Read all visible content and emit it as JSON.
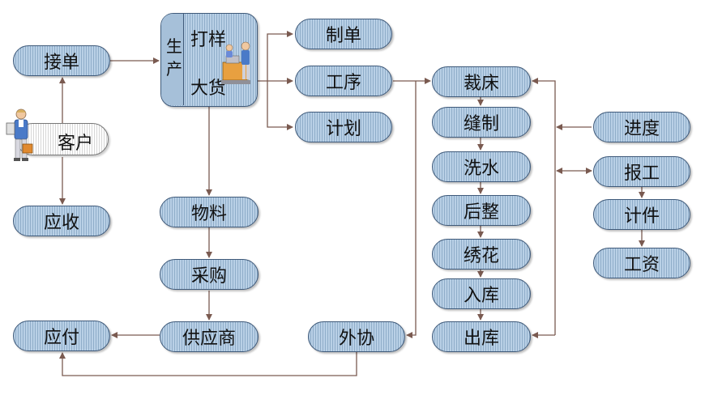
{
  "nodes": {
    "receive_order": "接单",
    "customer": "客户",
    "receivable": "应收",
    "production_tab": "生产",
    "production_line1": "打样",
    "production_line2": "大货",
    "make_order": "制单",
    "process": "工序",
    "plan": "计划",
    "materials": "物料",
    "purchase": "采购",
    "supplier": "供应商",
    "payable": "应付",
    "outsource": "外协",
    "cutting": "裁床",
    "sewing": "缝制",
    "washing": "洗水",
    "finishing": "后整",
    "embroidery": "绣花",
    "stock_in": "入库",
    "stock_out": "出库",
    "progress": "进度",
    "report_work": "报工",
    "piecework": "计件",
    "wages": "工资"
  },
  "colors": {
    "node_fill": "#a9c3db",
    "node_border": "#3f5a7a",
    "connector": "#7a5a50"
  },
  "icons": {
    "customer": "person-with-briefcase-icon",
    "production": "factory-workers-icon"
  }
}
